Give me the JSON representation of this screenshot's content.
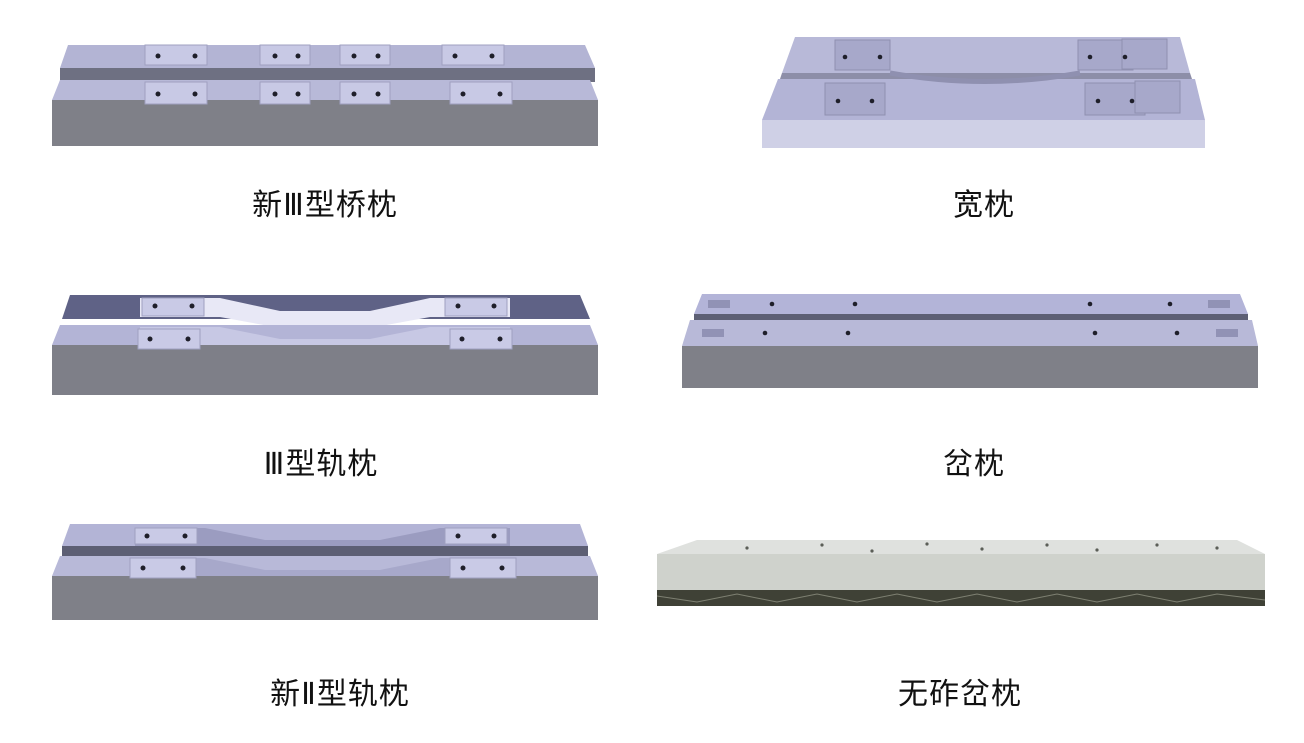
{
  "products": [
    {
      "id": "new-iii-bridge",
      "name": "新Ⅲ型桥枕",
      "icon": "bridge-sleeper-pair-image"
    },
    {
      "id": "wide",
      "name": "宽枕",
      "icon": "wide-sleeper-pair-image"
    },
    {
      "id": "type-iii",
      "name": "Ⅲ型轨枕",
      "icon": "type-iii-sleeper-pair-image"
    },
    {
      "id": "turnout",
      "name": "岔枕",
      "icon": "turnout-sleeper-pair-image"
    },
    {
      "id": "new-ii",
      "name": "新Ⅱ型轨枕",
      "icon": "type-ii-sleeper-pair-image"
    },
    {
      "id": "ballastless-turnout",
      "name": "无砟岔枕",
      "icon": "ballastless-turnout-sleeper-photo"
    }
  ],
  "colors": {
    "sleeper_top": "#b8b9d8",
    "sleeper_top_light": "#cbcbe6",
    "sleeper_front": "#7f8088",
    "sleeper_dark_slot": "#5d5f74",
    "plate": "#c3c4e2",
    "hole": "#1f1f2a",
    "concrete": "#d5d7d4",
    "concrete_front": "#b9bcb6",
    "caption": "#111111"
  }
}
